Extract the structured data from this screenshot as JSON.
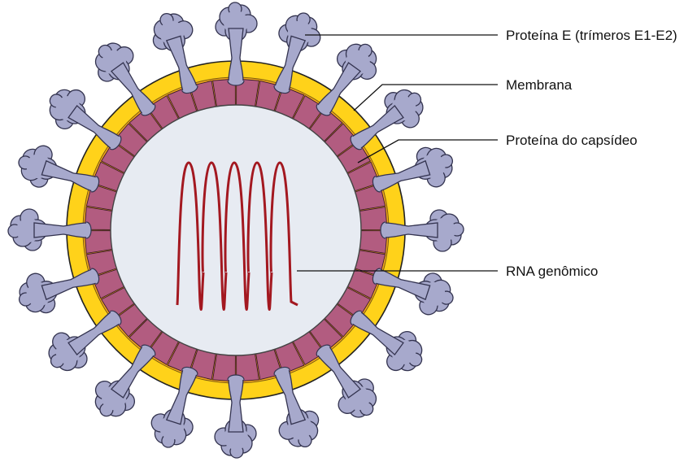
{
  "labels": {
    "protein_e": "Proteína E (trímeros E1-E2)",
    "membrane": "Membrana",
    "capsid": "Proteína do capsídeo",
    "rna": "RNA genômico"
  },
  "colors": {
    "spike_fill": "#a7a9cc",
    "spike_stroke": "#33334f",
    "membrane_outer": "#ffd21a",
    "membrane_inner": "#f3a81d",
    "capsid_fill": "#b25c80",
    "capsid_stroke": "#3a1a28",
    "core_fill": "#e7ebf2",
    "rna": "#a31820"
  },
  "structure": {
    "spike_count": 20,
    "capsid_segment_count": 40,
    "rna_loop_count": 5
  }
}
